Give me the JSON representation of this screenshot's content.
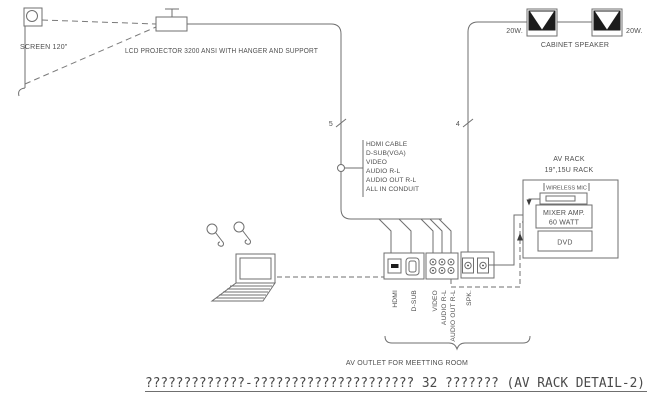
{
  "colors": {
    "line": "#6f6f6f",
    "text": "#4f4f4f",
    "speaker_fill": "#1c1c1c",
    "background": "#ffffff"
  },
  "diagram": {
    "screen": {
      "label": "SCREEN 120\""
    },
    "projector": {
      "label": "LCD PROJECTOR 3200 ANSI WITH HANGER AND SUPPORT"
    },
    "speakers": {
      "left_watt": "20W.",
      "right_watt": "20W.",
      "caption": "CABINET SPEAKER"
    },
    "runs": {
      "left_count": "5",
      "right_count": "4"
    },
    "cable_spec": {
      "lines": [
        "HDMI CABLE",
        "D-SUB(VGA)",
        "VIDEO",
        "AUDIO R-L",
        "AUDIO OUT R-L",
        "ALL IN CONDUIT"
      ]
    },
    "outlets": {
      "labels": [
        "HDMI",
        "D-SUB",
        "VIDEO",
        "AUDIO R-L",
        "AUDIO OUT R-L",
        "SPK."
      ],
      "caption": "AV OUTLET FOR MEETTING ROOM"
    },
    "rack": {
      "title_line1": "AV RACK",
      "title_line2": "19\",15U RACK",
      "wireless_mic": "WIRELESS MIC",
      "mixer_line1": "MIXER AMP.",
      "mixer_line2": "60 WATT",
      "dvd": "DVD"
    },
    "footer": {
      "title": "?????????????-????????????????????? 32 ??????? (AV RACK DETAIL-2)"
    }
  }
}
